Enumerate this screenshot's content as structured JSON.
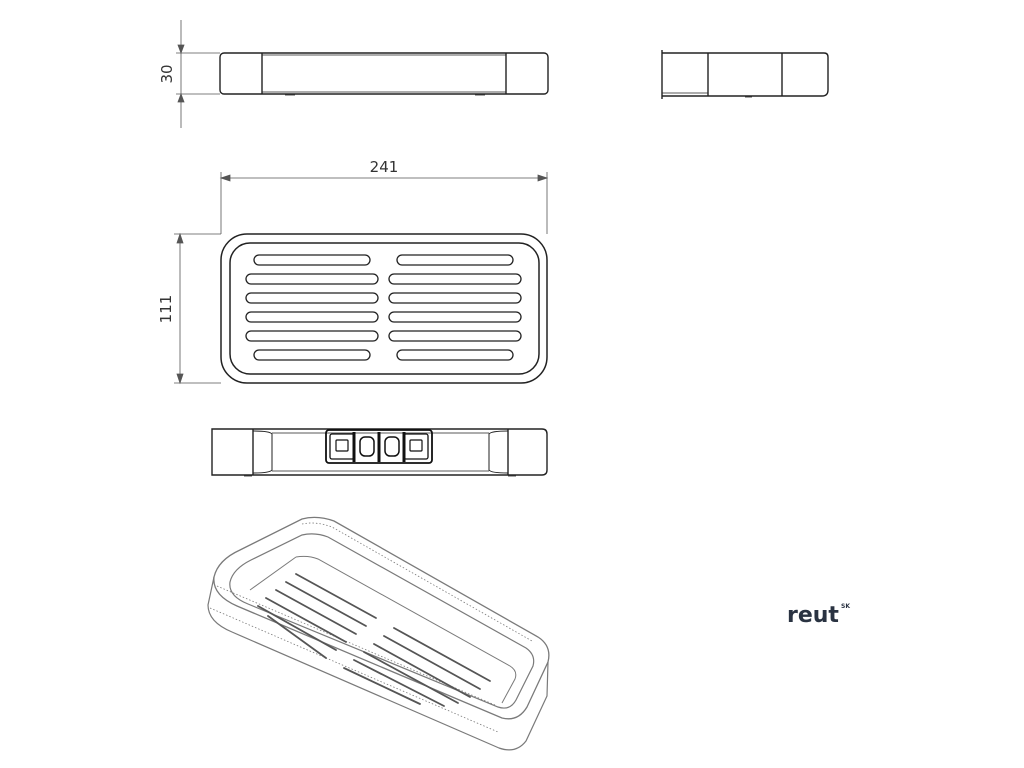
{
  "dimensions": {
    "height": "30",
    "length": "241",
    "width": "111"
  },
  "logo": {
    "brand": "reut",
    "superscript": "SK"
  },
  "views": [
    "front-elevation",
    "side-elevation",
    "top-plan",
    "bottom-view",
    "isometric-view"
  ],
  "colors": {
    "line": "#222222",
    "dimension_line": "#555555",
    "iso_line": "#7a7a7a",
    "logo": "#2a3342"
  }
}
